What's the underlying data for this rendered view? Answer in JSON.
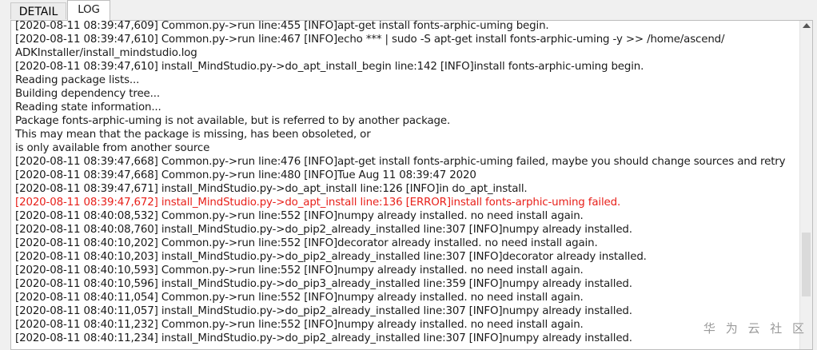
{
  "tabs": [
    {
      "label": "DETAIL"
    },
    {
      "label": "LOG"
    }
  ],
  "log_lines": [
    {
      "text": "[2020-08-11 08:39:47,609] Common.py->run line:455 [INFO]apt-get install fonts-arphic-uming begin.",
      "error": false
    },
    {
      "text": "[2020-08-11 08:39:47,610] Common.py->run line:467 [INFO]echo *** | sudo -S apt-get install fonts-arphic-uming -y >> /home/ascend/",
      "error": false
    },
    {
      "text": "ADKInstaller/install_mindstudio.log",
      "error": false
    },
    {
      "text": "[2020-08-11 08:39:47,610] install_MindStudio.py->do_apt_install_begin line:142 [INFO]install fonts-arphic-uming begin.",
      "error": false
    },
    {
      "text": "Reading package lists...",
      "error": false
    },
    {
      "text": "Building dependency tree...",
      "error": false
    },
    {
      "text": "Reading state information...",
      "error": false
    },
    {
      "text": "Package fonts-arphic-uming is not available, but is referred to by another package.",
      "error": false
    },
    {
      "text": "This may mean that the package is missing, has been obsoleted, or",
      "error": false
    },
    {
      "text": "is only available from another source",
      "error": false
    },
    {
      "text": "[2020-08-11 08:39:47,668] Common.py->run line:476 [INFO]apt-get install fonts-arphic-uming failed, maybe you should change sources and retry",
      "error": false
    },
    {
      "text": "[2020-08-11 08:39:47,668] Common.py->run line:480 [INFO]Tue Aug 11 08:39:47 2020",
      "error": false
    },
    {
      "text": "[2020-08-11 08:39:47,671] install_MindStudio.py->do_apt_install line:126 [INFO]in do_apt_install.",
      "error": false
    },
    {
      "text": "[2020-08-11 08:39:47,672] install_MindStudio.py->do_apt_install line:136 [ERROR]install fonts-arphic-uming failed.",
      "error": true
    },
    {
      "text": "[2020-08-11 08:40:08,532] Common.py->run line:552 [INFO]numpy already installed. no need install again.",
      "error": false
    },
    {
      "text": "[2020-08-11 08:40:08,760] install_MindStudio.py->do_pip2_already_installed line:307 [INFO]numpy already installed.",
      "error": false
    },
    {
      "text": "[2020-08-11 08:40:10,202] Common.py->run line:552 [INFO]decorator already installed. no need install again.",
      "error": false
    },
    {
      "text": "[2020-08-11 08:40:10,203] install_MindStudio.py->do_pip2_already_installed line:307 [INFO]decorator already installed.",
      "error": false
    },
    {
      "text": "[2020-08-11 08:40:10,593] Common.py->run line:552 [INFO]numpy already installed. no need install again.",
      "error": false
    },
    {
      "text": "[2020-08-11 08:40:10,596] install_MindStudio.py->do_pip3_already_installed line:359 [INFO]numpy already installed.",
      "error": false
    },
    {
      "text": "[2020-08-11 08:40:11,054] Common.py->run line:552 [INFO]numpy already installed. no need install again.",
      "error": false
    },
    {
      "text": "[2020-08-11 08:40:11,057] install_MindStudio.py->do_pip2_already_installed line:307 [INFO]numpy already installed.",
      "error": false
    },
    {
      "text": "[2020-08-11 08:40:11,232] Common.py->run line:552 [INFO]numpy already installed. no need install again.",
      "error": false
    },
    {
      "text": "[2020-08-11 08:40:11,234] install_MindStudio.py->do_pip2_already_installed line:307 [INFO]numpy already installed.",
      "error": false
    }
  ],
  "colors": {
    "error": "#e8201a",
    "text": "#1a1a1a"
  },
  "icons": {
    "scroll_up": "arrow-up-icon"
  },
  "watermark": "华 为 云 社 区"
}
